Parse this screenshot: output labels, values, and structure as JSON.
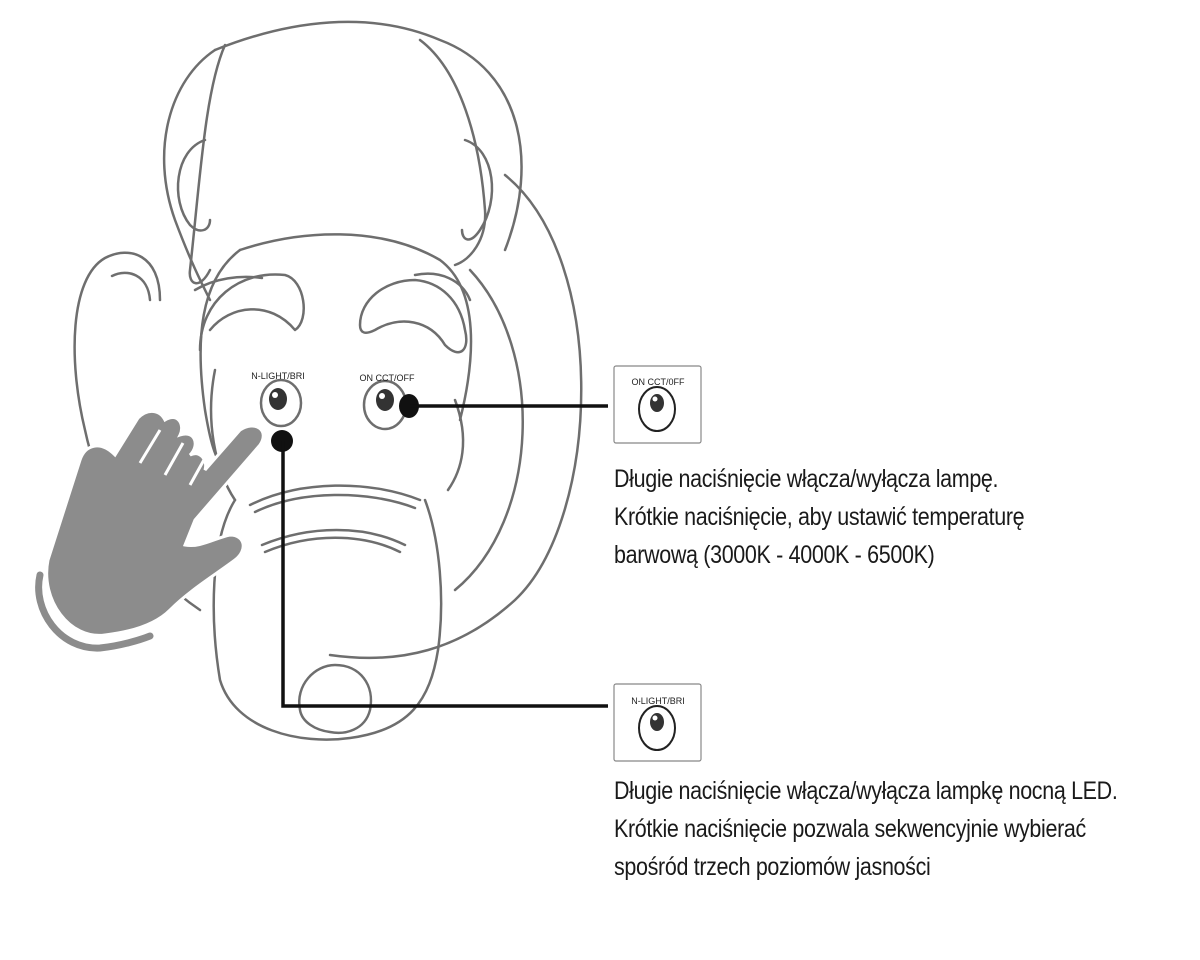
{
  "lamp": {
    "button_left_label": "N-LIGHT/BRI",
    "button_right_label": "ON CCT/OFF"
  },
  "callouts": [
    {
      "id": "cct",
      "icon_label": "ON CCT/0FF",
      "lines": [
        "Długie naciśnięcie włącza/wyłącza lampę.",
        "Krótkie naciśnięcie, aby ustawić temperaturę",
        "barwową (3000K - 4000K - 6500K)"
      ]
    },
    {
      "id": "nlight",
      "icon_label": "N-LIGHT/BRI",
      "lines": [
        "Długie naciśnięcie włącza/wyłącza lampkę nocną LED.",
        "Krótkie naciśnięcie pozwala sekwencyjnie wybierać",
        "spośród trzech poziomów jasności"
      ]
    }
  ],
  "colors": {
    "outline": "#6e6e6e",
    "hand": "#8c8c8c",
    "leader": "#111111"
  },
  "icons": [
    "hand-pointer-icon",
    "dog-lamp-illustration"
  ]
}
